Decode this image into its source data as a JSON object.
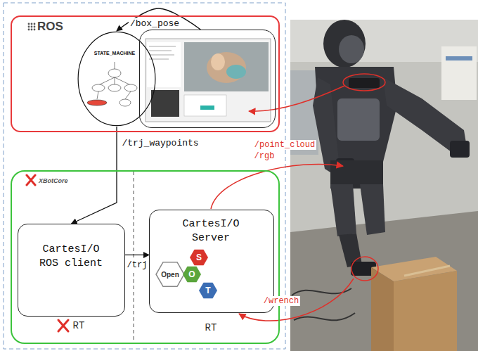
{
  "diagram": {
    "nodes": [
      {
        "text": [
          "ROS"
        ]
      },
      {
        "text": [
          "STATE_MACHINE"
        ],
        "in": 0
      },
      {
        "text": [],
        "in": 0
      },
      {
        "text": [
          "XBotCore"
        ]
      },
      {
        "text": [
          "CartesI/O ROS client"
        ],
        "in": 3
      },
      {
        "text": [
          "CartesI/O Server"
        ],
        "in": 3
      }
    ],
    "edges": [
      {
        "from": 2,
        "to": 1,
        "arrow": "to",
        "label": "/box_pose"
      },
      {
        "from": 1,
        "to": 4,
        "arrow": "to",
        "label": "/trj_waypoints"
      },
      {
        "from": 4,
        "to": 5,
        "arrow": "to",
        "label": "/trj"
      }
    ],
    "labels": [
      "/point_cloud",
      "/rgb",
      "/wrench",
      "RT",
      "RT",
      "Open",
      "S",
      "O",
      "T"
    ]
  }
}
